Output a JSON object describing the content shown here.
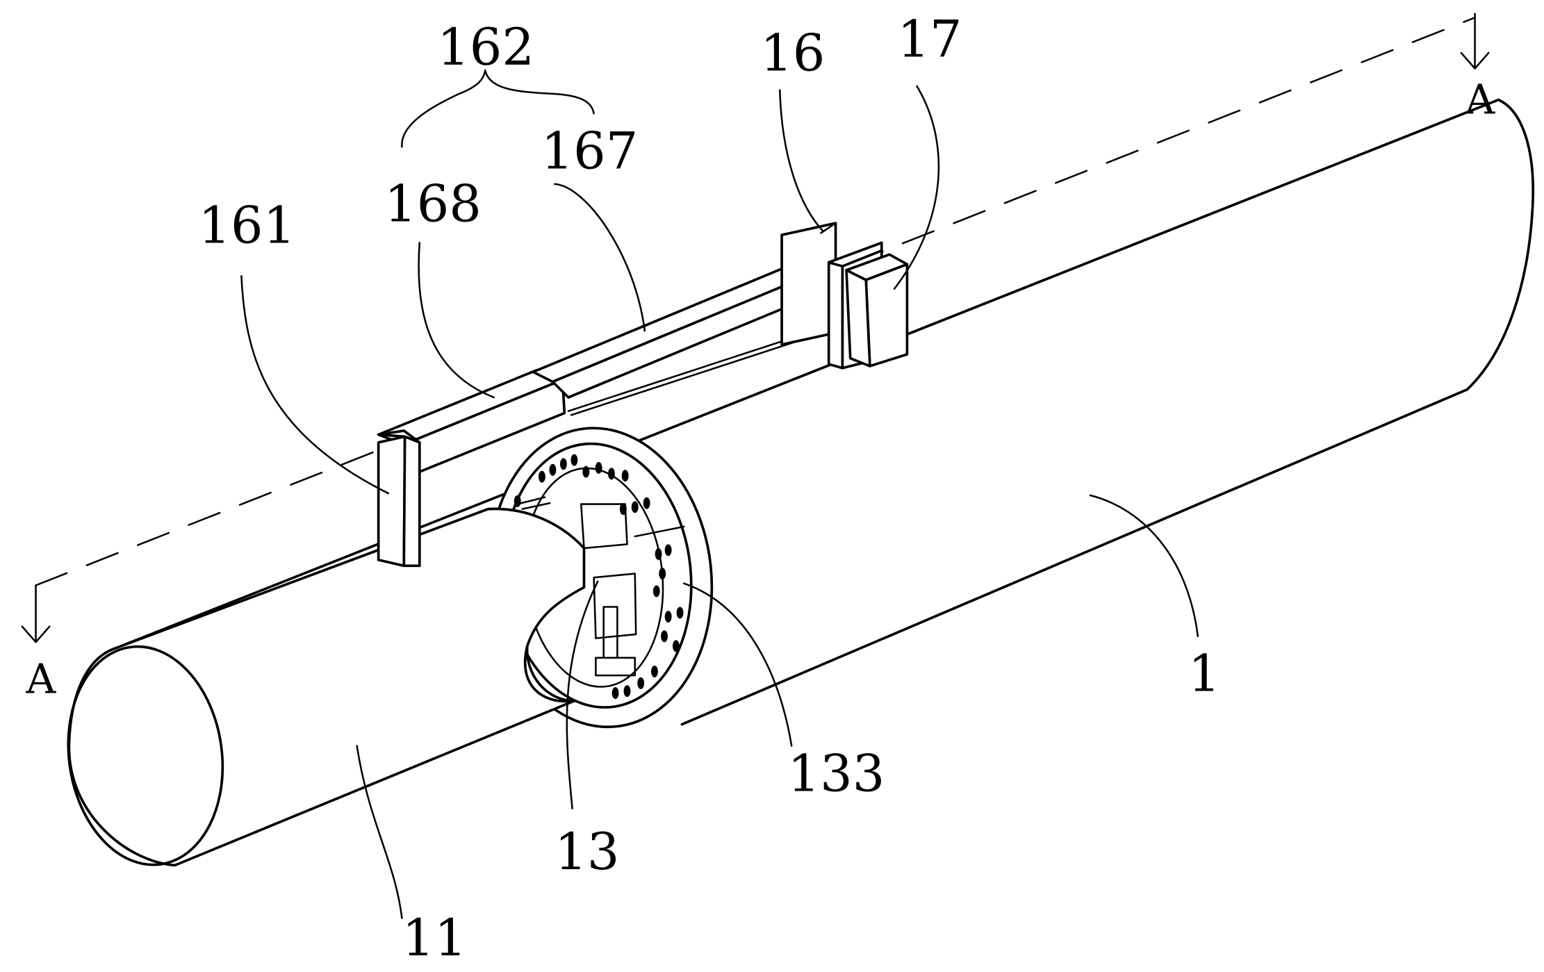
{
  "labels": {
    "l162": "162",
    "l167": "167",
    "l168": "168",
    "l161": "161",
    "l16": "16",
    "l17": "17",
    "l1": "1",
    "l11": "11",
    "l13": "13",
    "l133": "133"
  },
  "section": {
    "left": "A",
    "right": "A"
  }
}
